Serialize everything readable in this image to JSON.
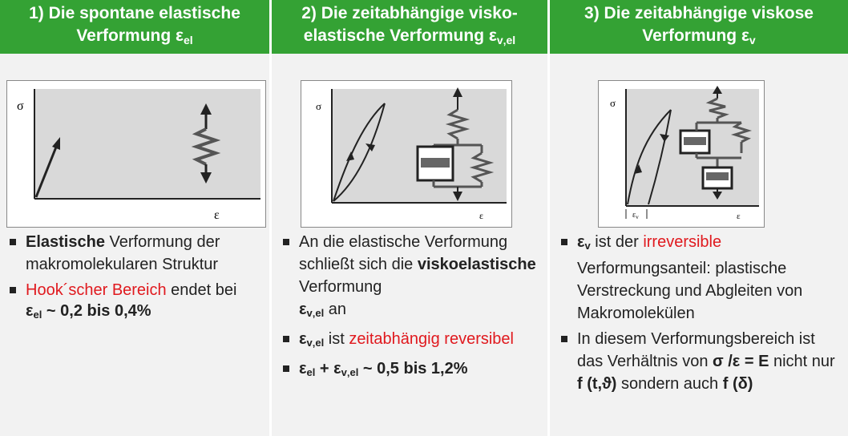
{
  "columns": [
    {
      "title_line1": "1) Die spontane elastische",
      "title_line2": "Verformung ε",
      "title_sub": "el",
      "axis_y": "σ",
      "axis_x": "ε",
      "b1_bold": "Elastische",
      "b1_rest": " Verformung der makromolekularen Struktur",
      "b2_red": "Hook´scher Bereich",
      "b2_rest": " endet bei",
      "b2_eps": "ε",
      "b2_sub": "el",
      "b2_val": " ~ 0,2 bis 0,4%"
    },
    {
      "title_line1": "2) Die zeitabhängige visko-",
      "title_line2": "elastische Verformung ε",
      "title_sub": "v‚el",
      "axis_y": "σ",
      "axis_x": "ε",
      "b1_text": "An die elastische Verformung schließt sich die ",
      "b1_bold": "viskoelastische",
      "b1_rest": " Verformung",
      "b1_eps": "ε",
      "b1_sub": "v‚el",
      "b1_end": " an",
      "b2_eps": "ε",
      "b2_sub": "v‚el",
      "b2_mid": " ist ",
      "b2_red": "zeitabhängig reversibel",
      "b3_eps1": "ε",
      "b3_sub1": "el",
      "b3_plus": " + ε",
      "b3_sub2": "v‚el",
      "b3_val": " ~ 0,5 bis 1,2%"
    },
    {
      "title_line1": "3) Die zeitabhängige viskose",
      "title_line2": "Verformung ε",
      "title_sub": "v",
      "axis_y": "σ",
      "axis_x": "ε",
      "axis_mark": "ε",
      "axis_mark_sub": "v",
      "b1_eps": "ε",
      "b1_sub": "v",
      "b1_mid": " ist der ",
      "b1_red": "irreversible",
      "b1_rest": " Verformungsanteil: plastische Verstreckung und Abgleiten von Makromolekülen",
      "b2_text": "In diesem Verformungsbereich ist das Verhältnis von ",
      "b2_bold1": "σ /ε = E",
      "b2_mid": " nicht nur ",
      "b2_bold2": "f (t,ϑ)",
      "b2_mid2": " sondern auch ",
      "b2_bold3": "f (δ)"
    }
  ]
}
